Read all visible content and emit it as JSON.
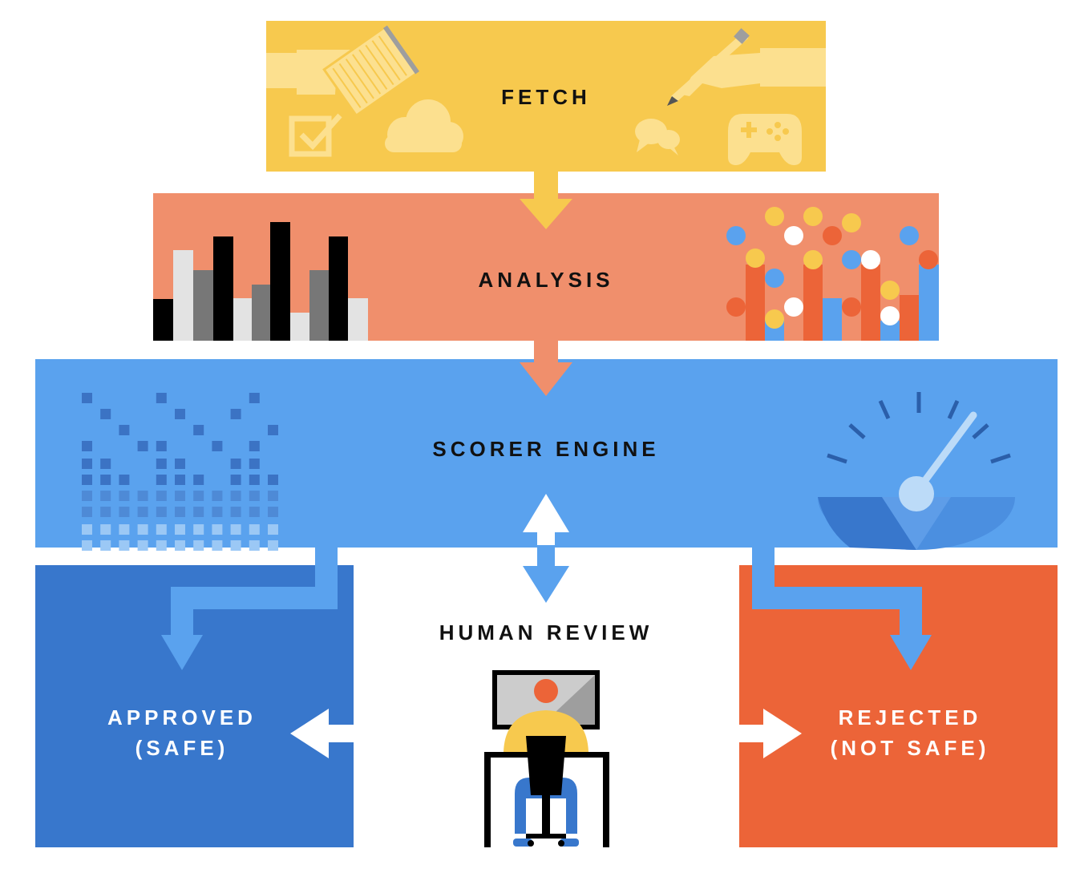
{
  "stages": {
    "fetch": {
      "label": "FETCH",
      "color": "#F7C94E"
    },
    "analysis": {
      "label": "ANALYSIS",
      "color": "#F08F6C"
    },
    "scorer": {
      "label": "SCORER ENGINE",
      "color": "#5AA2EE"
    },
    "human_review": {
      "label": "HUMAN REVIEW"
    }
  },
  "outcomes": {
    "approved": {
      "line1": "APPROVED",
      "line2": "(SAFE)",
      "color": "#3877CC"
    },
    "rejected": {
      "line1": "REJECTED",
      "line2": "(NOT SAFE)",
      "color": "#EC6438"
    }
  },
  "icons": {
    "fetch": [
      "hand-notepad-icon",
      "checkbox-icon",
      "cloud-icon",
      "hand-pencil-icon",
      "chat-bubbles-icon",
      "gamepad-icon"
    ],
    "analysis": [
      "bar-chart-icon",
      "dot-bar-chart-icon"
    ],
    "scorer": [
      "pixel-grid-icon",
      "gauge-icon"
    ],
    "review": [
      "reviewer-at-computer-icon"
    ]
  },
  "accent_colors": {
    "arrow_blue": "#5AA2EE",
    "white": "#FFFFFF"
  }
}
